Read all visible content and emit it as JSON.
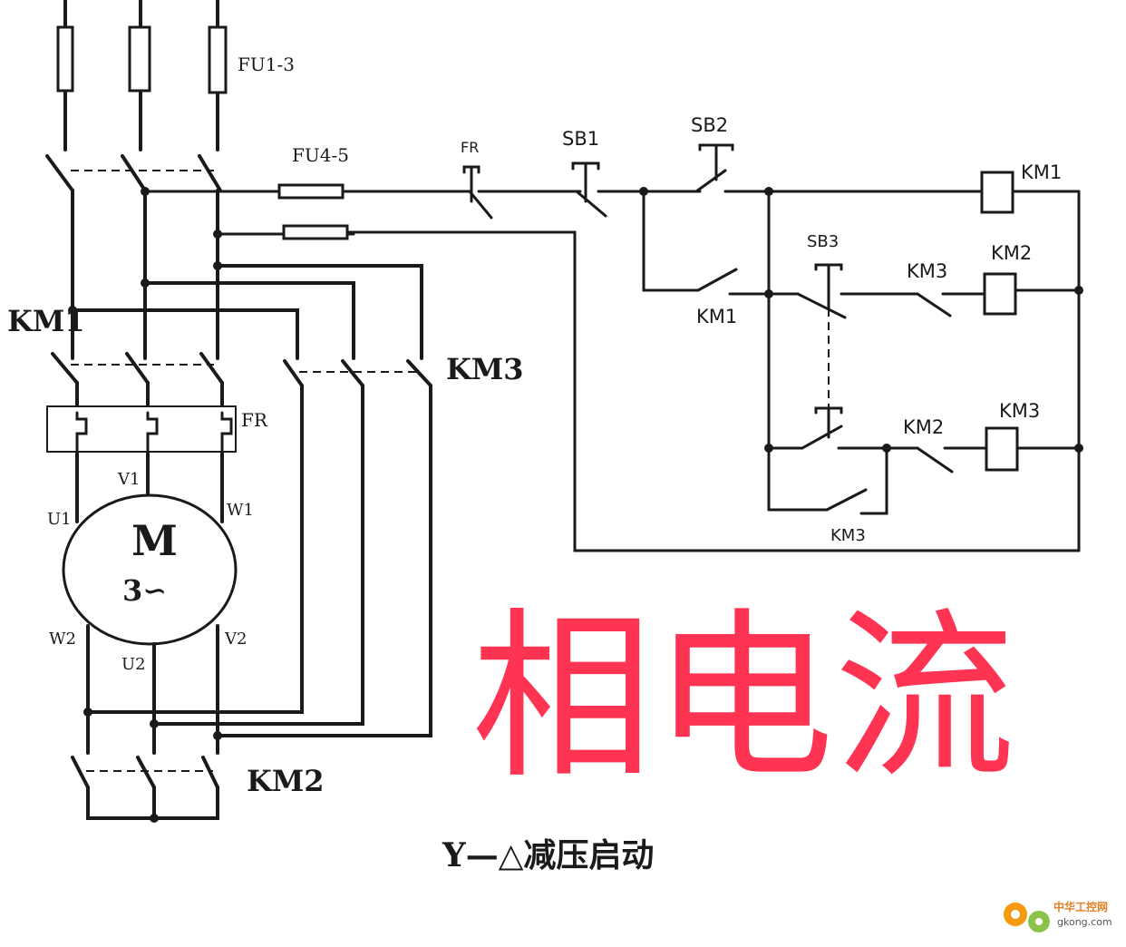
{
  "labels": {
    "fu1_3": "FU1-3",
    "fu4_5": "FU4-5",
    "fr_ctrl": "FR",
    "sb1": "SB1",
    "sb2": "SB2",
    "sb3": "SB3",
    "km1_coil": "KM1",
    "km1_main": "KM1",
    "km1_aux": "KM1",
    "km3_contact": "KM3",
    "km3_coil": "KM3",
    "km3_main": "KM3",
    "km3_aux": "KM3",
    "km2_coil": "KM2",
    "km2_contact": "KM2",
    "km2_main": "KM2",
    "fr_main": "FR",
    "u1": "U1",
    "v1": "V1",
    "w1": "W1",
    "w2": "W2",
    "u2": "U2",
    "v2": "V2",
    "motor_m": "M",
    "motor_phase": "3∽"
  },
  "overlay_text": "相电流",
  "caption": "Y—△减压启动",
  "watermark": {
    "cn": "中华工控网",
    "url": "gkong.com"
  },
  "colors": {
    "line": "#1a1a1a",
    "overlay": "#ff3352",
    "watermark_orange": "#f39c12",
    "watermark_green": "#8bc34a"
  }
}
